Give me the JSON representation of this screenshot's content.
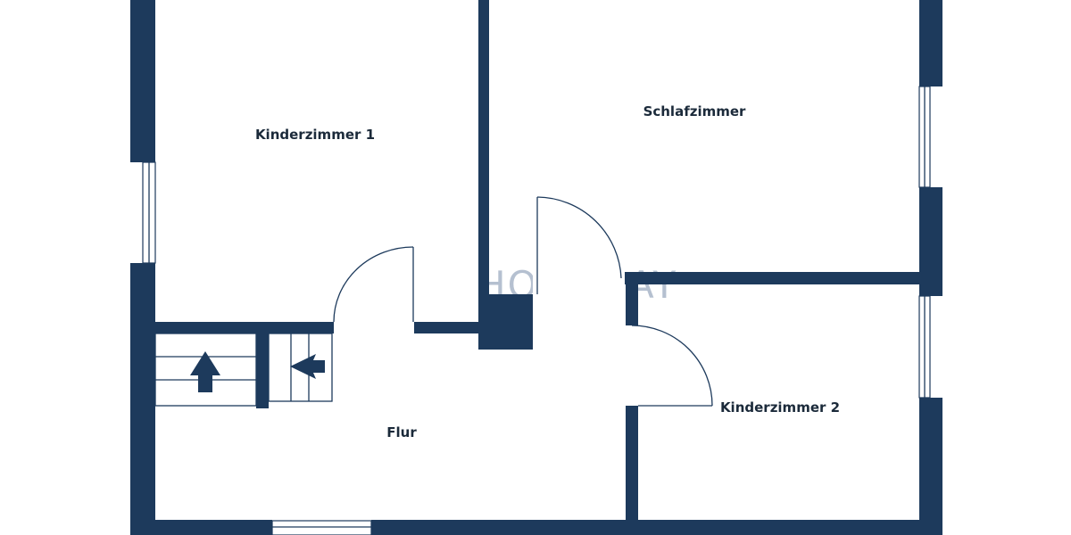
{
  "rooms": {
    "kinderzimmer1": "Kinderzimmer 1",
    "schlafzimmer": "Schlafzimmer",
    "kinderzimmer2": "Kinderzimmer 2",
    "flur": "Flur"
  },
  "watermark": "HOMEDAY",
  "colors": {
    "wall": "#1d3a5c",
    "background": "#ffffff"
  }
}
